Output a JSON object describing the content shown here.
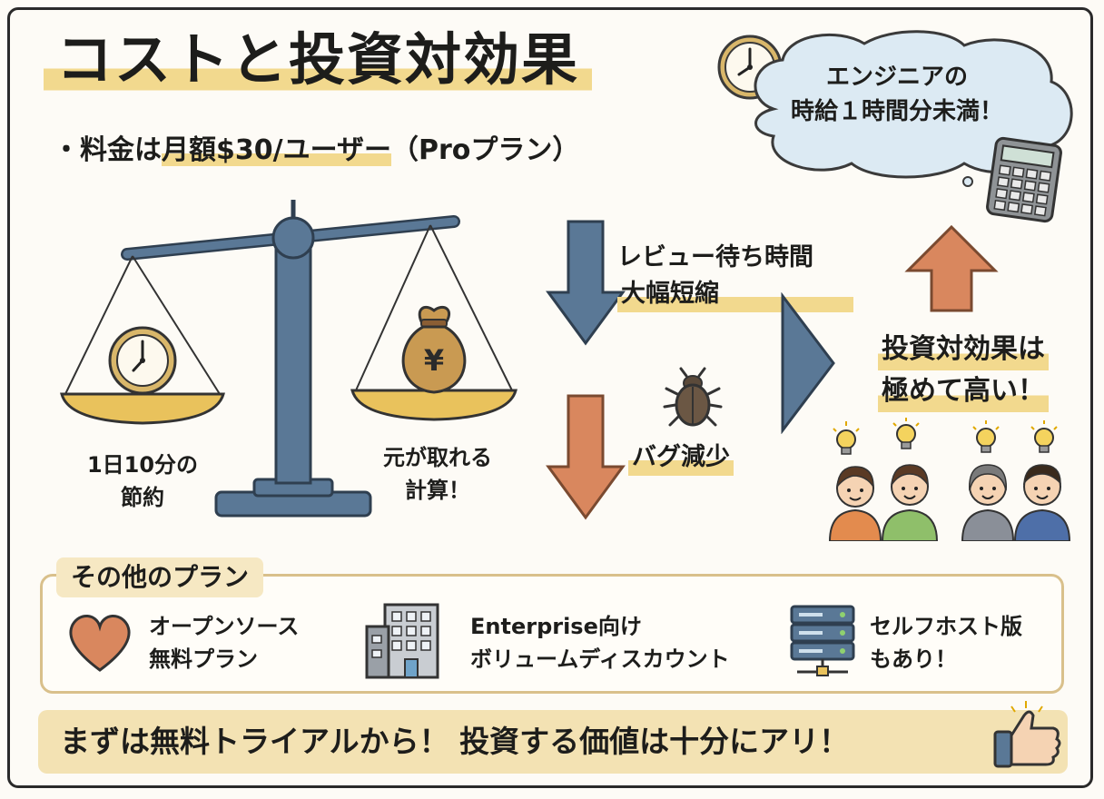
{
  "title": "コストと投資対効果",
  "pricing": {
    "bullet": "・",
    "prefix": "料金は",
    "highlight": "月額$30/ユーザー",
    "suffix": "（Proプラン）"
  },
  "bubble": {
    "line1": "エンジニアの",
    "line2": "時給１時間分未満！"
  },
  "scale": {
    "left_label_line1": "1日10分の",
    "left_label_line2": "節約",
    "right_label_line1": "元が取れる",
    "right_label_line2": "計算！",
    "coin_symbol": "¥"
  },
  "effects": {
    "review_line1": "レビュー待ち時間",
    "review_line2": "大幅短縮",
    "bug": "バグ減少"
  },
  "result": {
    "line1": "投資対効果は",
    "line2": "極めて高い！"
  },
  "other_plans": {
    "title": "その他のプラン",
    "items": [
      {
        "line1": "オープンソース",
        "line2": "無料プラン",
        "icon": "heart-icon"
      },
      {
        "line1": "Enterprise向け",
        "line2": "ボリュームディスカウント",
        "icon": "building-icon"
      },
      {
        "line1": "セルフホスト版",
        "line2": "もあり！",
        "icon": "server-icon"
      }
    ]
  },
  "footer": "まずは無料トライアルから！ 投資する価値は十分にアリ！",
  "colors": {
    "blue": "#5a7896",
    "orange": "#d9875e",
    "gold": "#e9c25c",
    "highlight": "#f2d98e",
    "bubble": "#dceaf3"
  }
}
